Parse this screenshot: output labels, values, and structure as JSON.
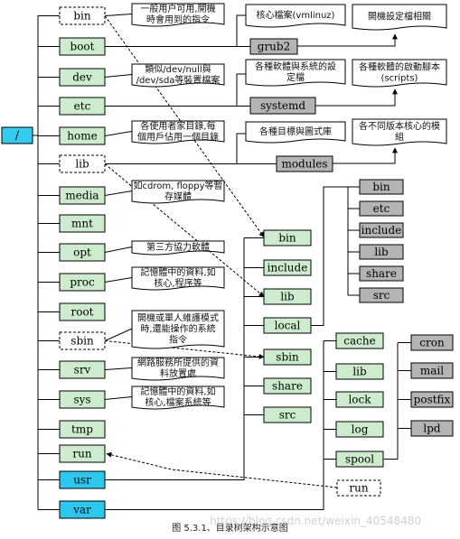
{
  "root": {
    "label": "/",
    "color": "#33ccf0"
  },
  "colors": {
    "green": "#cdeccd",
    "cyan": "#2bc9ee",
    "gray": "#b4b4b4",
    "white": "#ffffff",
    "line": "#000000"
  },
  "level1": [
    {
      "label": "bin",
      "style": "dashed"
    },
    {
      "label": "boot",
      "style": "green"
    },
    {
      "label": "dev",
      "style": "green"
    },
    {
      "label": "etc",
      "style": "green"
    },
    {
      "label": "home",
      "style": "green"
    },
    {
      "label": "lib",
      "style": "dashed"
    },
    {
      "label": "media",
      "style": "green"
    },
    {
      "label": "mnt",
      "style": "green"
    },
    {
      "label": "opt",
      "style": "green"
    },
    {
      "label": "proc",
      "style": "green"
    },
    {
      "label": "root",
      "style": "green"
    },
    {
      "label": "sbin",
      "style": "dashed"
    },
    {
      "label": "srv",
      "style": "green"
    },
    {
      "label": "sys",
      "style": "green"
    },
    {
      "label": "tmp",
      "style": "green"
    },
    {
      "label": "run",
      "style": "green"
    },
    {
      "label": "usr",
      "style": "cyan"
    },
    {
      "label": "var",
      "style": "cyan"
    }
  ],
  "notes": {
    "bin": [
      "一般用户可用,開機",
      "時會用到的指令"
    ],
    "dev": [
      "類似/dev/null與",
      "/dev/sda等裝置檔案"
    ],
    "home": [
      "各使用者家目錄,每",
      "個用戶佔用一個目錄"
    ],
    "media": [
      "如cdrom, floppy等暫",
      "存媒體"
    ],
    "opt": [
      "第三方協力軟體"
    ],
    "proc": [
      "記憶體中的資料,如",
      "核心,程序等"
    ],
    "sbin": [
      "開機或單人維護模式",
      "時,還能操作的系統",
      "指令"
    ],
    "srv": [
      "網路服務所提供的資",
      "料放置處"
    ],
    "sys": [
      "記憶體中的資料,如",
      "核心,檔案系統等"
    ]
  },
  "boot_sub": {
    "grub2": "grub2",
    "vmlinuz_note": "核心檔案(vmlinuz)",
    "grub_note": "開機設定檔相關"
  },
  "etc_sub": {
    "systemd": "systemd",
    "config_note": [
      "各種軟體與系統的設",
      "定檔"
    ],
    "scripts_note": [
      "各種軟體的啟動腳本",
      "(scripts)"
    ]
  },
  "lib_sub": {
    "modules": "modules",
    "format_note": "各種目標與圖式庫",
    "kernel_note": [
      "各不同版本核心的模",
      "組"
    ]
  },
  "usr_children": [
    "bin",
    "include",
    "lib",
    "local",
    "sbin",
    "share",
    "src"
  ],
  "local_children": [
    "bin",
    "etc",
    "include",
    "lib",
    "share",
    "src"
  ],
  "var_children": [
    "cache",
    "lib",
    "lock",
    "log",
    "spool"
  ],
  "spool_children": [
    "cron",
    "mail",
    "postfix",
    "lpd"
  ],
  "var_run": "run",
  "caption": "图 5.3.1、目录树架构示意图",
  "watermark": "https://blog.csdn.net/weixin_40548480"
}
